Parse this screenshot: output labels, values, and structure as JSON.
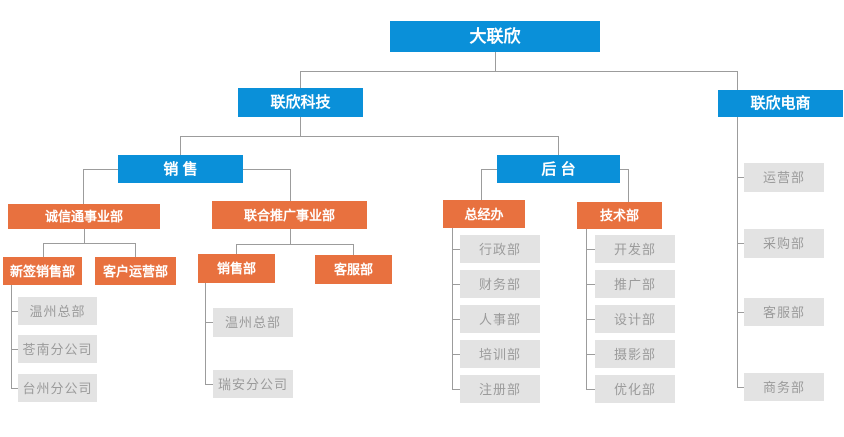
{
  "colors": {
    "blue": "#0a90d9",
    "orange": "#e8713f",
    "gray_fill": "#e3e3e3",
    "gray_text": "#9b9b9b",
    "line": "#9c9c9c",
    "background": "#ffffff"
  },
  "org": {
    "root": {
      "label": "大联欣"
    },
    "companies": {
      "tech": {
        "label": "联欣科技",
        "sales": {
          "label": "销  售",
          "divisions": {
            "chengxintong": {
              "label": "诚信通事业部",
              "depts": {
                "new_sign": {
                  "label": "新签销售部",
                  "children": [
                    "温州总部",
                    "苍南分公司",
                    "台州分公司"
                  ]
                },
                "customer_ops": {
                  "label": "客户运营部"
                }
              }
            },
            "joint_promo": {
              "label": "联合推广事业部",
              "depts": {
                "sales": {
                  "label": "销售部",
                  "children": [
                    "温州总部",
                    "瑞安分公司"
                  ]
                },
                "service": {
                  "label": "客服部"
                }
              }
            }
          }
        },
        "backoffice": {
          "label": "后  台",
          "divisions": {
            "general_office": {
              "label": "总经办",
              "children": [
                "行政部",
                "财务部",
                "人事部",
                "培训部",
                "注册部"
              ]
            },
            "technology": {
              "label": "技术部",
              "children": [
                "开发部",
                "推广部",
                "设计部",
                "摄影部",
                "优化部"
              ]
            }
          }
        }
      },
      "ecommerce": {
        "label": "联欣电商",
        "children": [
          "运营部",
          "采购部",
          "客服部",
          "商务部"
        ]
      }
    }
  }
}
